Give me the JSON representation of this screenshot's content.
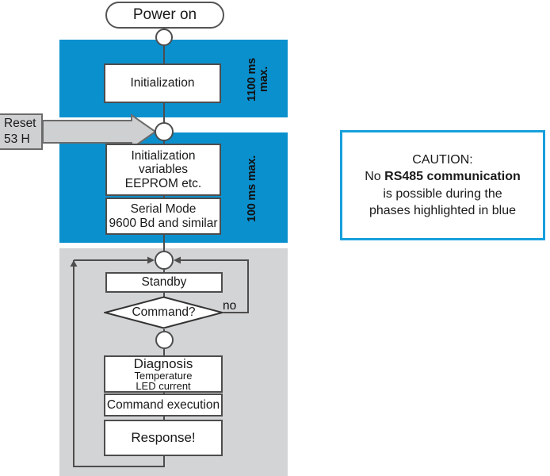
{
  "diagram": {
    "title": "Power on sequence flowchart",
    "colors": {
      "highlight_blue": "#0B90CE",
      "loop_gray": "#D3D4D6",
      "caution_border": "#17A0DC",
      "node_border": "#4D4D4D",
      "reset_fill": "#CFD0D2"
    },
    "bands": [
      {
        "id": "blue-1",
        "label_line1": "1100 ms",
        "label_line2": "max.",
        "color": "#0B90CE"
      },
      {
        "id": "blue-2",
        "label_line1": "100 ms",
        "label_line2": "max.",
        "color": "#0B90CE"
      },
      {
        "id": "gray-1",
        "label_line1": "",
        "label_line2": "",
        "color": "#D3D4D6"
      }
    ],
    "nodes": {
      "power_on": {
        "label": "Power on",
        "shape": "rounded"
      },
      "initialization": {
        "label": "Initialization",
        "shape": "rect"
      },
      "init_vars": {
        "line1": "Initialization",
        "line2": "variables",
        "line3": "EEPROM etc.",
        "shape": "rect"
      },
      "serial_mode": {
        "line1": "Serial Mode",
        "line2": "9600 Bd and similar",
        "shape": "rect"
      },
      "standby": {
        "label": "Standby",
        "shape": "rect"
      },
      "command_decision": {
        "label": "Command?",
        "shape": "diamond"
      },
      "diagnosis": {
        "line1": "Diagnosis",
        "line2": "Temperature",
        "line3": "LED current",
        "shape": "rect"
      },
      "command_execution": {
        "label": "Command execution",
        "shape": "rect"
      },
      "response": {
        "label": "Response!",
        "shape": "rect"
      },
      "reset": {
        "line1": "Reset",
        "line2": "53 H",
        "shape": "rect"
      }
    },
    "edge_labels": {
      "no": "no"
    }
  },
  "caution": {
    "heading": "CAUTION:",
    "line2_prefix": "No ",
    "line2_bold": "RS485 communication",
    "line3": "is possible during the",
    "line4": "phases highlighted in blue"
  }
}
